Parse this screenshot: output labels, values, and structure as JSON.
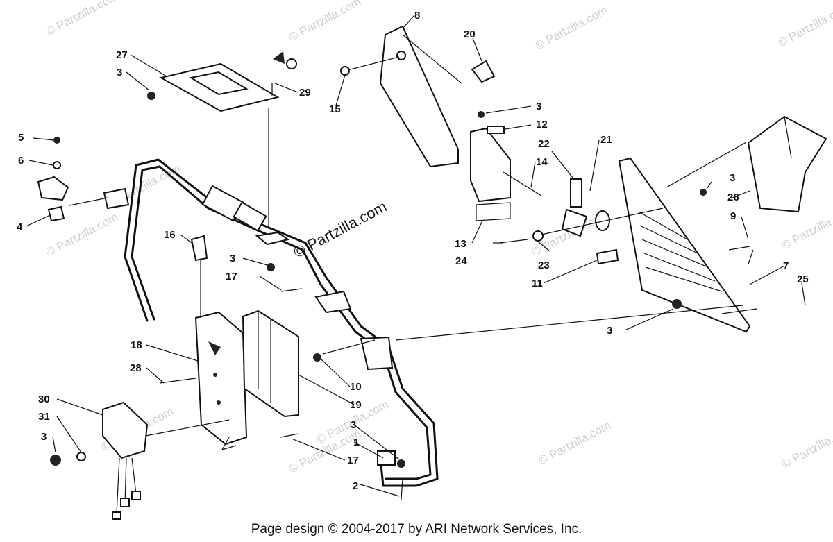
{
  "watermark": "© Partzilla.com",
  "center_watermark": "© Partzilla.com",
  "footer": "Page design © 2004-2017 by ARI Network Services, Inc.",
  "callouts": [
    {
      "id": "c1",
      "text": "1"
    },
    {
      "id": "c2",
      "text": "2"
    },
    {
      "id": "c3a",
      "text": "3"
    },
    {
      "id": "c3b",
      "text": "3"
    },
    {
      "id": "c3c",
      "text": "3"
    },
    {
      "id": "c3d",
      "text": "3"
    },
    {
      "id": "c3e",
      "text": "3"
    },
    {
      "id": "c3f",
      "text": "3"
    },
    {
      "id": "c3g",
      "text": "3"
    },
    {
      "id": "c4",
      "text": "4"
    },
    {
      "id": "c5",
      "text": "5"
    },
    {
      "id": "c6",
      "text": "6"
    },
    {
      "id": "c7",
      "text": "7"
    },
    {
      "id": "c8",
      "text": "8"
    },
    {
      "id": "c9",
      "text": "9"
    },
    {
      "id": "c10",
      "text": "10"
    },
    {
      "id": "c11",
      "text": "11"
    },
    {
      "id": "c12",
      "text": "12"
    },
    {
      "id": "c13",
      "text": "13"
    },
    {
      "id": "c14",
      "text": "14"
    },
    {
      "id": "c15",
      "text": "15"
    },
    {
      "id": "c16",
      "text": "16"
    },
    {
      "id": "c17a",
      "text": "17"
    },
    {
      "id": "c17b",
      "text": "17"
    },
    {
      "id": "c18",
      "text": "18"
    },
    {
      "id": "c19",
      "text": "19"
    },
    {
      "id": "c20",
      "text": "20"
    },
    {
      "id": "c21",
      "text": "21"
    },
    {
      "id": "c22",
      "text": "22"
    },
    {
      "id": "c23",
      "text": "23"
    },
    {
      "id": "c24",
      "text": "24"
    },
    {
      "id": "c25",
      "text": "25"
    },
    {
      "id": "c26",
      "text": "26"
    },
    {
      "id": "c27",
      "text": "27"
    },
    {
      "id": "c28",
      "text": "28"
    },
    {
      "id": "c29",
      "text": "29"
    },
    {
      "id": "c30",
      "text": "30"
    },
    {
      "id": "c31",
      "text": "31"
    }
  ]
}
